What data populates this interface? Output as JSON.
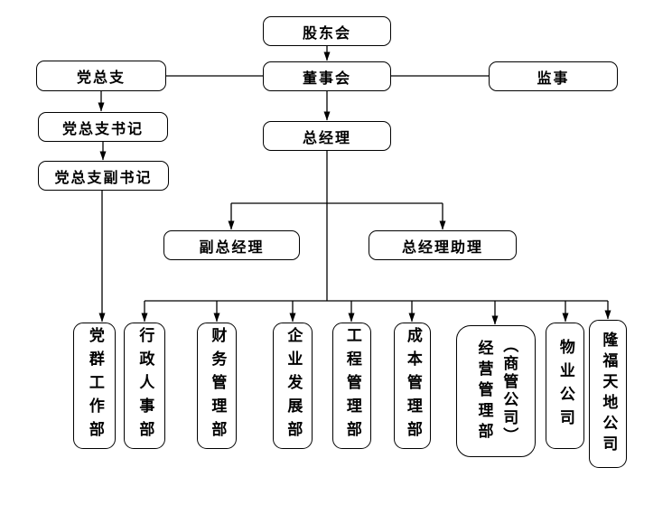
{
  "diagram": {
    "type": "org-chart",
    "background_color": "#ffffff",
    "line_color": "#000000",
    "box_fill": "#ffffff",
    "box_border_color": "#000000",
    "nodes": {
      "shareholders": {
        "label": "股东会"
      },
      "board": {
        "label": "董事会"
      },
      "party_branch": {
        "label": "党总支"
      },
      "supervisors": {
        "label": "监事"
      },
      "party_secretary": {
        "label": "党总支书记"
      },
      "party_deputy_secretary": {
        "label": "党总支副书记"
      },
      "general_manager": {
        "label": "总经理"
      },
      "deputy_general_manager": {
        "label": "副总经理"
      },
      "gm_assistant": {
        "label": "总经理助理"
      }
    },
    "departments": [
      {
        "label": "党群工作部"
      },
      {
        "label": "行政人事部"
      },
      {
        "label": "财务管理部"
      },
      {
        "label": "企业发展部"
      },
      {
        "label": "工程管理部"
      },
      {
        "label": "成本管理部"
      },
      {
        "label": "经营管理部",
        "sublabel": "（商管公司）"
      },
      {
        "label": "物业公司"
      },
      {
        "label": "隆福天地公司"
      }
    ],
    "edges": [
      "股东会 → 董事会",
      "党总支 — 董事会",
      "董事会 — 监事",
      "董事会 → 总经理",
      "党总支 → 党总支书记",
      "党总支书记 → 党总支副书记",
      "党总支副书记 → 党群工作部",
      "总经理 → 副总经理",
      "总经理 → 总经理助理",
      "总经理 → 行政人事部/财务管理部/企业发展部/工程管理部/成本管理部/经营管理部（商管公司）/物业公司/隆福天地公司"
    ]
  }
}
